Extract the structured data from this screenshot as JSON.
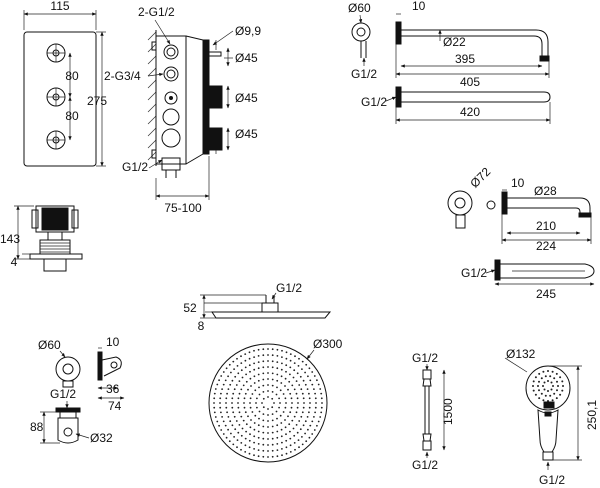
{
  "thermostat_panel": {
    "width": "115",
    "height": "275",
    "spacing_top": "80",
    "spacing_bottom": "80",
    "inlet_label": "2-G1/2",
    "outlet_label": "2-G3/4",
    "connection_label": "G1/2",
    "outlet_diameter": "Ø9,9",
    "knob_1": "Ø45",
    "knob_2": "Ø45",
    "knob_3": "Ø45",
    "depth_range": "75-100"
  },
  "outlet_elbow": {
    "height": "143",
    "plate": "4"
  },
  "shower_arm": {
    "rosette": "Ø60",
    "offset": "10",
    "tube": "Ø22",
    "length_inner": "395",
    "length_outer": "405",
    "thread": "G1/2"
  },
  "shower_arm_alt": {
    "thread": "G1/2",
    "length": "420"
  },
  "spout": {
    "rosette": "Ø72",
    "offset": "10",
    "tube": "Ø28",
    "length_inner": "210",
    "length_outer": "224"
  },
  "spout_alt": {
    "thread": "G1/2",
    "length": "245"
  },
  "rain_head_side": {
    "thread": "G1/2",
    "height": "52",
    "thickness": "8"
  },
  "rain_head": {
    "diameter": "Ø300"
  },
  "wall_holder": {
    "rosette": "Ø60",
    "offset": "10",
    "thread": "G1/2",
    "depth_small": "36",
    "depth_large": "74",
    "height": "88",
    "bore": "Ø32"
  },
  "hose": {
    "thread_top": "G1/2",
    "length": "1500",
    "thread_bottom": "G1/2"
  },
  "hand_shower": {
    "diameter": "Ø132",
    "length": "250,1",
    "thread": "G1/2"
  }
}
